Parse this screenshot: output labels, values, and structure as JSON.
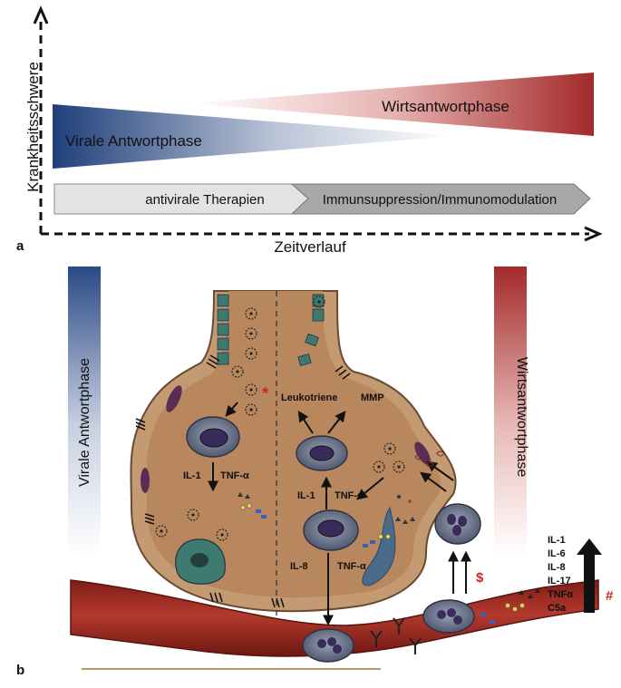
{
  "panel_a": {
    "label": "a",
    "y_axis_label": "Krankheitsschwere",
    "x_axis_label": "Zeitverlauf",
    "wedge_viral": "Virale Antwortphase",
    "wedge_host": "Wirtsantwortphase",
    "therapy_1": "antivirale Therapien",
    "therapy_2": "Immunsuppression/Immunomodulation"
  },
  "panel_b": {
    "label": "b",
    "bar_left": "Virale Antwortphase",
    "bar_right": "Wirtsantwortphase",
    "leukotriene": "Leukotriene",
    "mmp": "MMP",
    "il1_left": "IL-1",
    "tnf_left": "TNF-α",
    "il1_right": "IL-1",
    "tnf_right_upper": "TNF-α",
    "il8_lower": "IL-8",
    "tnf_right_lower": "TNF-α",
    "asterisk": "*",
    "dollar": "$",
    "hash": "#",
    "cytokines": [
      "IL-1",
      "IL-6",
      "IL-8",
      "IL-17",
      "TNFα",
      "C5a"
    ]
  },
  "colors": {
    "viral_blue": "#1f3f7a",
    "host_red": "#a32a2a",
    "tissue": "#c49a72",
    "vessel": "#9c2c24",
    "accent_red": "#d4221a"
  }
}
